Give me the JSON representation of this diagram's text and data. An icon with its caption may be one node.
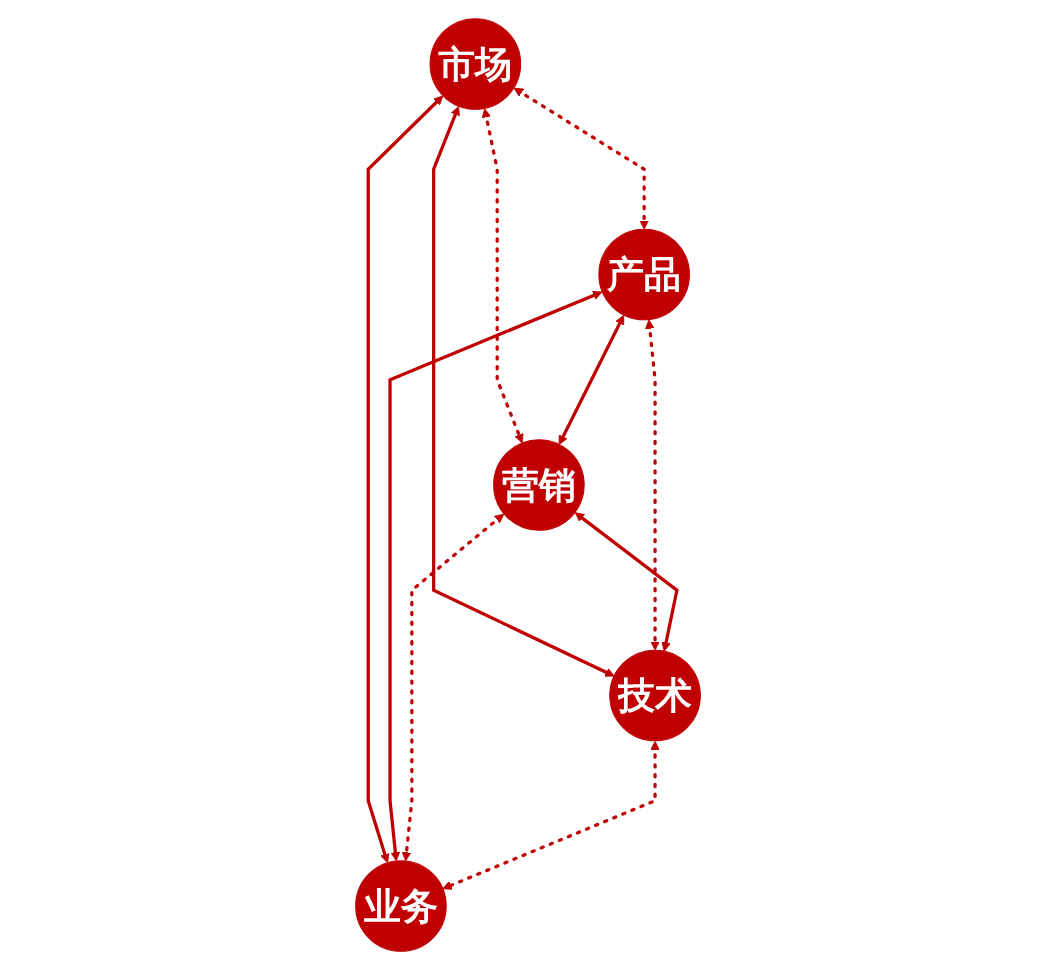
{
  "diagram": {
    "nodes": [
      {
        "text": [
          "市场"
        ]
      },
      {
        "text": [
          "产品"
        ]
      },
      {
        "text": [
          "营销"
        ]
      },
      {
        "text": [
          "技术"
        ]
      },
      {
        "text": [
          "业务"
        ]
      }
    ],
    "edges": [
      {
        "from": 0,
        "to": 1,
        "arrow": "both",
        "style": "dashed"
      },
      {
        "from": 0,
        "to": 2,
        "arrow": "both",
        "style": "dashed"
      },
      {
        "from": 0,
        "to": 3,
        "arrow": "both"
      },
      {
        "from": 0,
        "to": 4,
        "arrow": "both"
      },
      {
        "from": 1,
        "to": 2,
        "arrow": "both"
      },
      {
        "from": 1,
        "to": 3,
        "arrow": "both",
        "style": "dashed"
      },
      {
        "from": 1,
        "to": 4,
        "arrow": "both"
      },
      {
        "from": 2,
        "to": 3,
        "arrow": "both"
      },
      {
        "from": 2,
        "to": 4,
        "arrow": "both",
        "style": "dashed"
      },
      {
        "from": 3,
        "to": 4,
        "arrow": "both",
        "style": "dashed"
      }
    ]
  }
}
